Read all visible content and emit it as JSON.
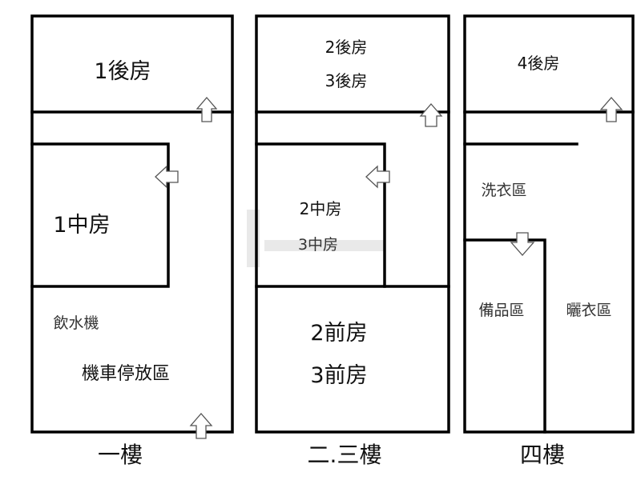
{
  "floor1": {
    "label": "一樓",
    "rooms": {
      "rear": "1後房",
      "middle": "1中房",
      "water_dispenser": "飲水機",
      "scooter_parking": "機車停放區"
    }
  },
  "floor23": {
    "label": "二.三樓",
    "rooms": {
      "rear2": "2後房",
      "rear3": "3後房",
      "middle2": "2中房",
      "middle3": "3中房",
      "front2": "2前房",
      "front3": "3前房"
    }
  },
  "floor4": {
    "label": "四樓",
    "rooms": {
      "rear": "4後房",
      "laundry": "洗衣區",
      "storage": "備品區",
      "drying": "曬衣區"
    }
  },
  "icons": [
    "up-arrow-icon",
    "left-arrow-icon",
    "down-arrow-icon"
  ]
}
